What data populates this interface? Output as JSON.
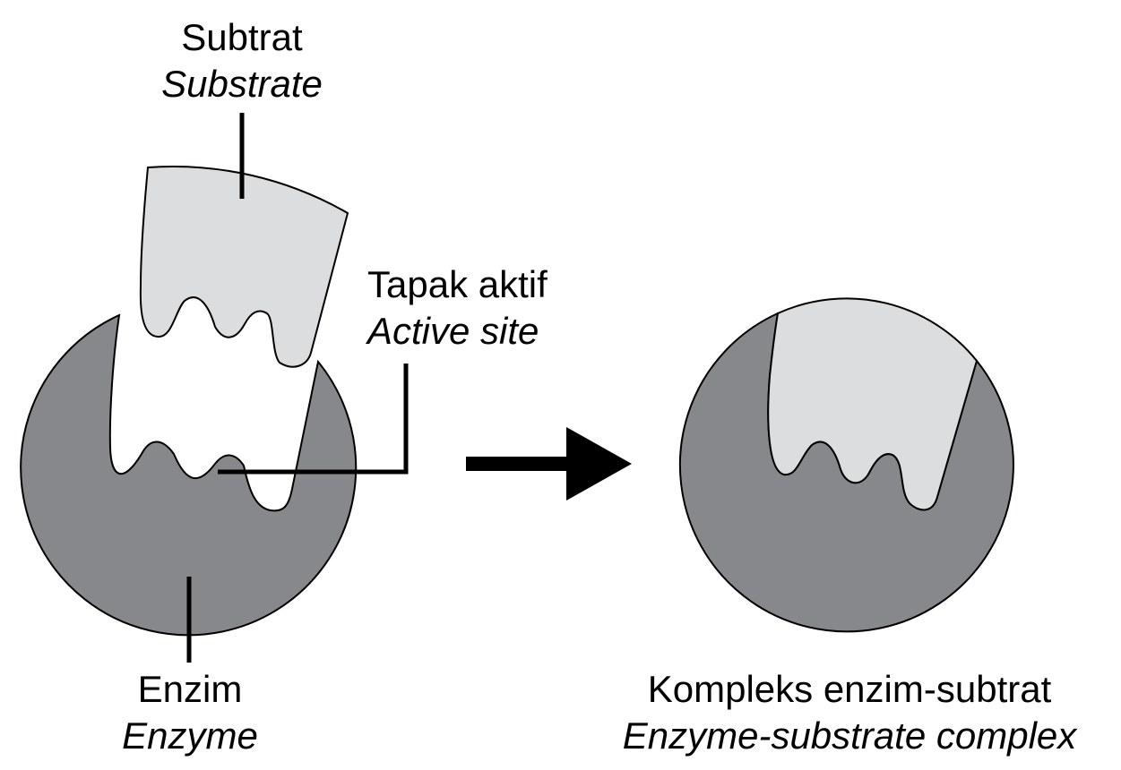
{
  "labels": {
    "substrate": {
      "primary": "Subtrat",
      "secondary": "Substrate"
    },
    "active_site": {
      "primary": "Tapak aktif",
      "secondary": "Active site"
    },
    "enzyme": {
      "primary": "Enzim",
      "secondary": "Enzyme"
    },
    "complex": {
      "primary": "Kompleks enzim-subtrat",
      "secondary": "Enzyme-substrate complex"
    }
  },
  "colors": {
    "enzyme_fill": "#87888c",
    "substrate_fill": "#dcdddf",
    "outline": "#000000",
    "background": "#ffffff"
  },
  "icons": {
    "reaction_arrow": "right-arrow-icon"
  }
}
